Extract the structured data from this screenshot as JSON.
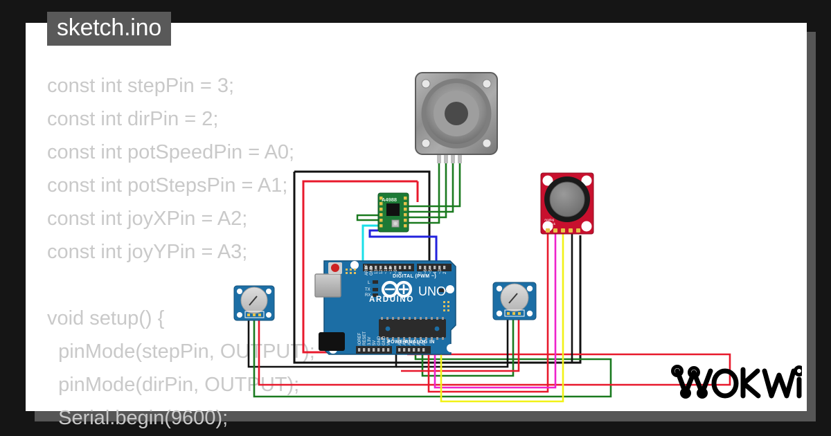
{
  "window": {
    "background_color": "#151515",
    "panel_color": "#ffffff",
    "panel_shadow_color": "#565656"
  },
  "file_tab": {
    "label": "sketch.ino",
    "background_color": "#595959",
    "text_color": "#ffffff"
  },
  "code": {
    "text_color": "#c9c9c9",
    "lines": [
      "const int stepPin = 3;",
      "const int dirPin = 2;",
      "const int potSpeedPin = A0;",
      "const int potStepsPin = A1;",
      "const int joyXPin = A2;",
      "const int joyYPin = A3;",
      "",
      "void setup() {",
      "  pinMode(stepPin, OUTPUT);",
      "  pinMode(dirPin, OUTPUT);",
      "  Serial.begin(9600);"
    ]
  },
  "logo": {
    "text": "WOKWI",
    "color": "#000000"
  },
  "board": {
    "name": "Arduino UNO",
    "silk_brand": "ARDUINO",
    "silk_model": "UNO",
    "pcb_color": "#1c6ea5",
    "header_color": "#2b2b2b",
    "labels": {
      "digital_header": "DIGITAL (PWM ~)",
      "power_header": "POWER",
      "analog_header": "ANALOG IN",
      "led_l": "L",
      "led_tx": "TX",
      "led_rx": "RX",
      "led_on": "ON"
    },
    "digital_pins": [
      "AREF",
      "GND",
      "13",
      "12",
      "~11",
      "~10",
      "~9",
      "8",
      "7",
      "~6",
      "~5",
      "4",
      "~3",
      "2",
      "TX 1",
      "RX 0"
    ],
    "power_pins": [
      "IOREF",
      "RESET",
      "3.3V",
      "5V",
      "GND",
      "GND",
      "Vin"
    ],
    "analog_pins": [
      "A0",
      "A1",
      "A2",
      "A3",
      "A4",
      "A5"
    ]
  },
  "modules": [
    {
      "id": "stepper-motor",
      "name": "Stepper Motor",
      "type": "nema-stepper",
      "body_color": "#9a9a9a",
      "shaft_color": "#4a4a4a"
    },
    {
      "id": "a4988-driver",
      "name": "A4988 Stepper Driver",
      "silk_text": "A4988",
      "pcb_color": "#1d7a36",
      "chip_color": "#111111"
    },
    {
      "id": "joystick",
      "name": "Analog Joystick",
      "silk_text": "Analog Joystick",
      "pcb_color": "#c8102e",
      "cap_color": "#8a8a8a",
      "pins": [
        "VCC",
        "VERT",
        "HORZ",
        "SEL",
        "GND"
      ]
    },
    {
      "id": "potentiometer-speed",
      "name": "Potentiometer (Speed)",
      "pcb_color": "#1c6ea5",
      "knob_color": "#c9c9c9",
      "pins": [
        "GND",
        "SIG",
        "VCC"
      ]
    },
    {
      "id": "potentiometer-steps",
      "name": "Potentiometer (Steps)",
      "pcb_color": "#1c6ea5",
      "knob_color": "#c9c9c9",
      "pins": [
        "GND",
        "SIG",
        "VCC"
      ]
    }
  ],
  "wire_colors": {
    "black": "#111111",
    "red": "#e8192c",
    "green": "#1a7a1f",
    "cyan": "#19dfe8",
    "blue": "#2222dd",
    "magenta": "#ee22cc",
    "yellow": "#f2f216"
  }
}
